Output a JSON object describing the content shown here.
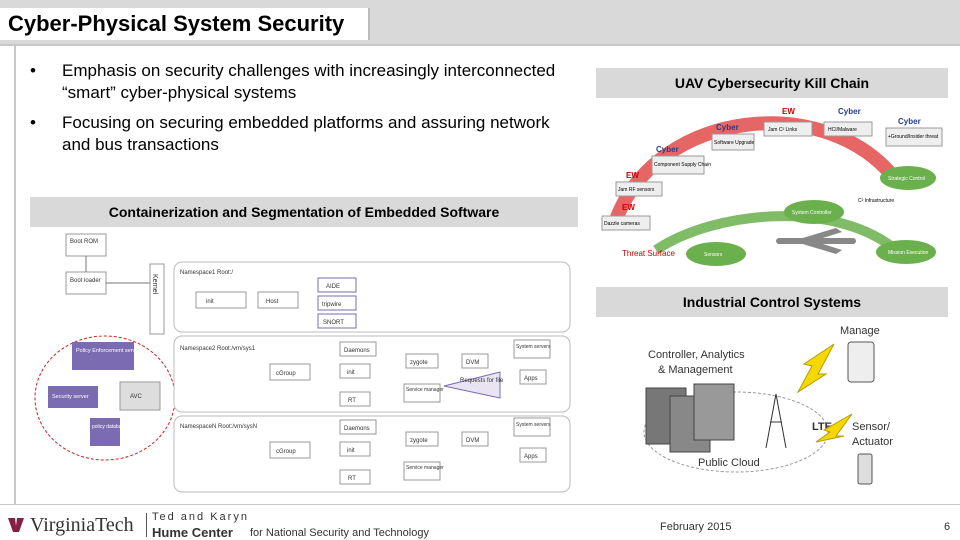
{
  "title": "Cyber-Physical System Security",
  "bullets": [
    "Emphasis on security challenges with increasingly interconnected “smart” cyber-physical systems",
    "Focusing on securing embedded platforms and assuring network and bus transactions"
  ],
  "bullet_symbol": "•",
  "left_section": {
    "title": "Containerization and Segmentation of Embedded Software",
    "labels": {
      "boot_rom": "Boot ROM",
      "boot_loader": "Boot loader",
      "kernel": "Kernel",
      "namespace1": "Namespace1 Root:/",
      "init1": "init",
      "host": "Host",
      "aide": "AIDE",
      "tripwire": "tripwire",
      "snort": "SNORT",
      "policy_enforcement": "Policy Enforcement server",
      "namespace2": "Namespace2 Root:/vm/sys1",
      "daemons2": "Daemons",
      "zygote2": "zygote",
      "dvm2": "DVM",
      "system_servers2": "System servers",
      "cgroup2": "cGroup",
      "init2": "init",
      "apps2": "Apps",
      "requests": "Requests for file",
      "service_manager2": "Service manager",
      "rt2": "RT",
      "security_server": "Security server",
      "avc": "AVC",
      "policy_db": "policy databa se",
      "namespacen": "NamespaceN Root:/vm/sysN",
      "daemonsn": "Daemons",
      "zygoten": "zygote",
      "dvmn": "DVM",
      "system_serversn": "System servers",
      "cgroupn": "cGroup",
      "initn": "init",
      "appsn": "Apps",
      "service_managern": "Service manager",
      "rtn": "RT"
    }
  },
  "uav_section": {
    "title": "UAV Cybersecurity Kill Chain",
    "labels": {
      "ew_top": "EW",
      "cyber_top": "Cyber",
      "cyber_right": "Cyber",
      "cyber_left": "Cyber",
      "ew_left": "EW",
      "ew_low": "EW",
      "software_upgrade": "Software Upgrade",
      "jam_c2": "Jam C² Links",
      "hci_malware": "HCI/Malware",
      "insider_threat": "+Ground/Insider threat",
      "component_supply": "Component Supply Chain",
      "jam_rf": "Jam RF sensors",
      "strategic_control": "Strategic Control",
      "c2_infra": "C² Infrastructure",
      "system_controller": "System Controller",
      "dazzle": "Dazzle cameras",
      "threat_surface": "Threat Surface",
      "sensors": "Sensors",
      "mission_exec": "Mission Execution"
    }
  },
  "ics_section": {
    "title": "Industrial Control Systems",
    "labels": {
      "manage": "Manage",
      "controller": "Controller, Analytics & Management",
      "lte": "LTE",
      "sensor": "Sensor/ Actuator",
      "public_cloud": "Public Cloud"
    }
  },
  "footer": {
    "org": "VirginiaTech",
    "hume_line1": "Ted and Karyn",
    "hume_line2": "Hume Center",
    "hume_line3": "for National Security and Technology",
    "date": "February 2015",
    "page": "6"
  },
  "colors": {
    "accent_red": "#e0242a",
    "green": "#6ab04c",
    "purple": "#7b6bb3",
    "vt_maroon": "#861f41",
    "gray_band": "#d9d9d9"
  }
}
